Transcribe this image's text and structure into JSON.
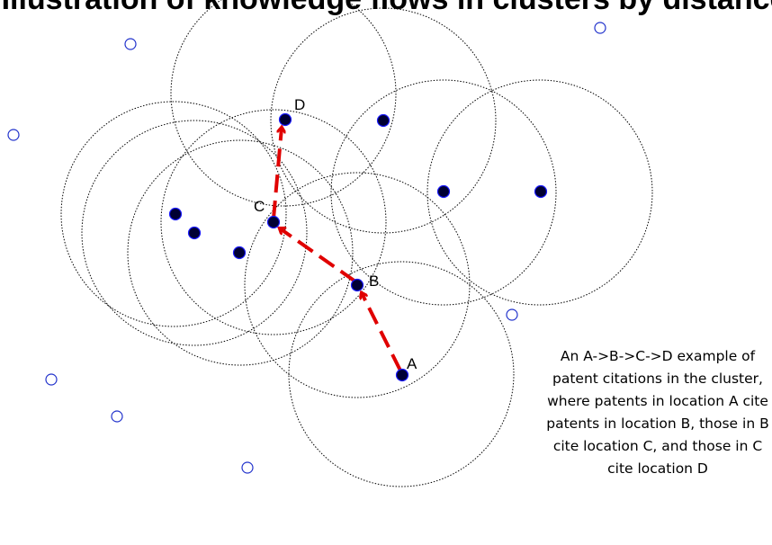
{
  "title": "Illustration of knowledge flows in clusters by distance",
  "caption": "An A->B->C->D example of patent citations in the cluster, where patents in location A cite patents in location B, those in B cite location C, and those in C cite location D",
  "node_labels": {
    "a": "A",
    "b": "B",
    "c": "C",
    "d": "D"
  },
  "colors": {
    "filled_node": "#000033",
    "node_outline": "#1a1aff",
    "hollow_node_stroke": "#2233cc",
    "circle_stroke": "#000000",
    "arrow": "#e00000"
  }
}
